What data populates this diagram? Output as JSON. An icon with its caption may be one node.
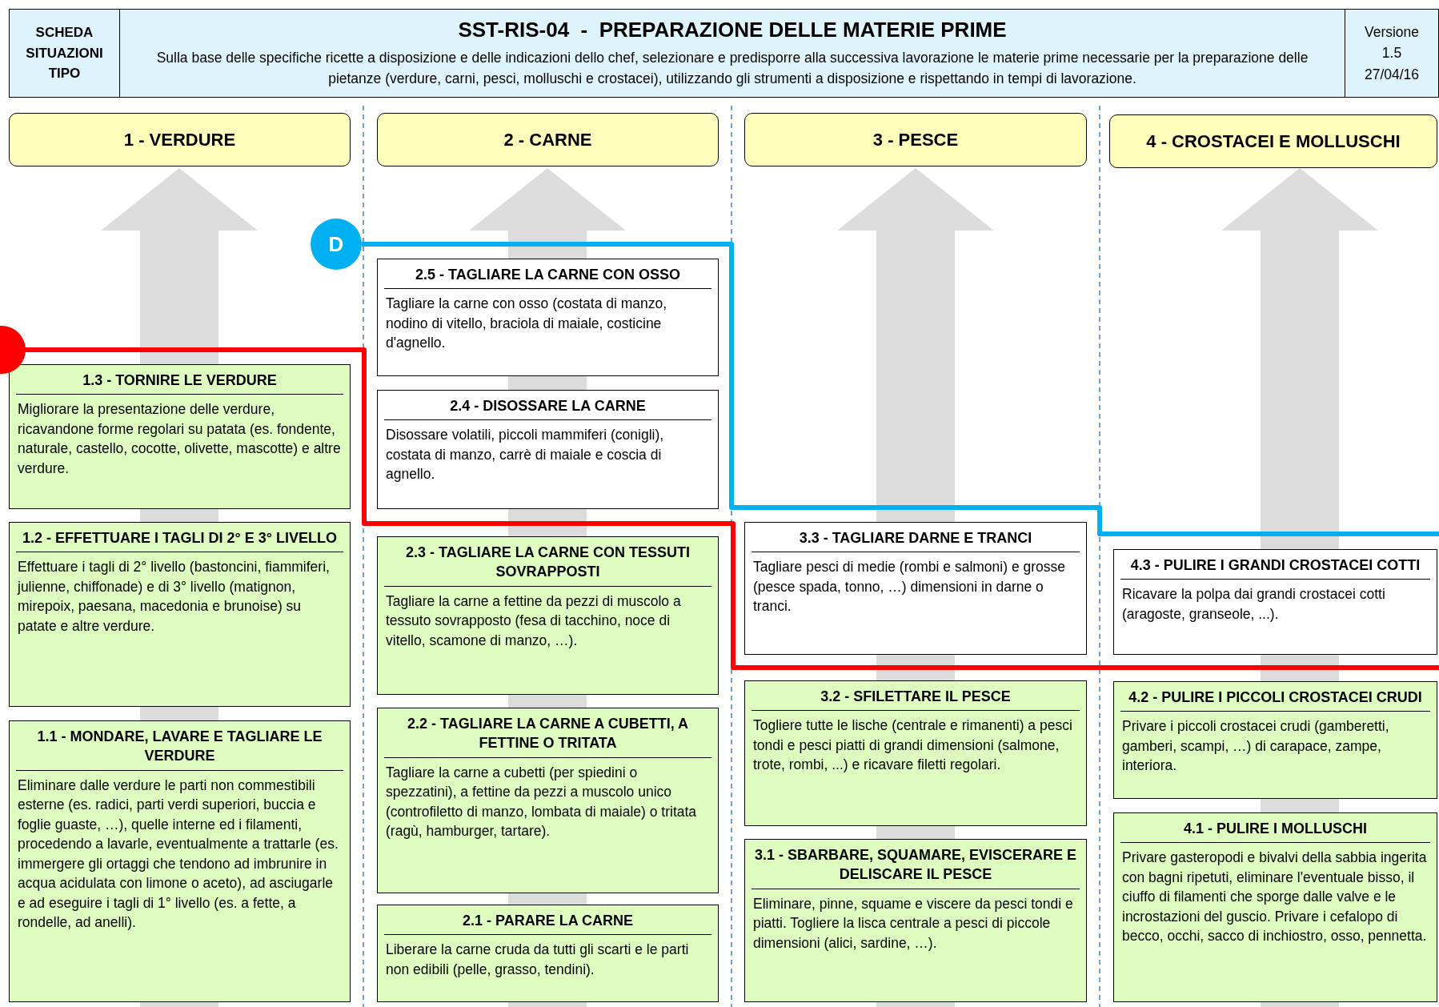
{
  "diagram": {
    "title": "SST-RIS-04  -  PREPARAZIONE DELLE MATERIE PRIME",
    "nodes": [
      {
        "text": [
          "1 - VERDURE"
        ]
      },
      {
        "text": [
          "2 - CARNE"
        ]
      },
      {
        "text": [
          "3 - PESCE"
        ]
      },
      {
        "text": [
          "4 - CROSTACEI E MOLLUSCHI"
        ]
      },
      {
        "text": [
          "D"
        ]
      },
      {
        "text": [
          "1.3 - TORNIRE LE VERDURE",
          "Migliorare la presentazione delle verdure, ricavandone forme regolari su patata (es. fondente, naturale, castello, cocotte, olivette, mascotte) e altre verdure."
        ]
      },
      {
        "text": [
          "1.2 - EFFETTUARE I TAGLI DI 2° E 3° LIVELLO",
          "Effettuare i tagli di 2° livello (bastoncini, fiammiferi, julienne, chiffonade) e di 3° livello (matignon, mirepoix, paesana, macedonia e brunoise) su patate e altre verdure."
        ]
      },
      {
        "text": [
          "1.1 - MONDARE, LAVARE E TAGLIARE LE VERDURE",
          "Eliminare dalle verdure le parti non commestibili esterne (es. radici, parti verdi superiori, buccia e foglie guaste, …), quelle interne ed i filamenti, procedendo a lavarle, eventualmente a trattarle (es. immergere gli ortaggi che tendono ad imbrunire in acqua acidulata con limone o aceto), ad asciugarle e ad eseguire i tagli di 1° livello (es. a fette, a rondelle, ad anelli)."
        ]
      },
      {
        "text": [
          "2.5 - TAGLIARE LA CARNE CON OSSO",
          "Tagliare la carne con osso (costata di manzo, nodino di vitello, braciola di maiale, costicine d'agnello."
        ]
      },
      {
        "text": [
          "2.4 - DISOSSARE LA CARNE",
          "Disossare volatili, piccoli mammiferi (conigli), costata di manzo, carrè di maiale e coscia di agnello."
        ]
      },
      {
        "text": [
          "2.3 - TAGLIARE LA CARNE CON TESSUTI SOVRAPPOSTI",
          "Tagliare la carne a fettine da pezzi di muscolo a tessuto sovrapposto (fesa di tacchino, noce di vitello, scamone di manzo, …)."
        ]
      },
      {
        "text": [
          "2.2 - TAGLIARE LA CARNE A CUBETTI, A FETTINE O TRITATA",
          "Tagliare la carne a cubetti (per spiedini o spezzatini), a fettine da pezzi a muscolo unico (controfiletto di manzo, lombata di maiale) o tritata (ragù, hamburger, tartare)."
        ]
      },
      {
        "text": [
          "2.1 - PARARE LA CARNE",
          "Liberare la carne cruda da tutti gli scarti e le parti non edibili (pelle, grasso, tendini)."
        ]
      },
      {
        "text": [
          "3.3 - TAGLIARE DARNE E TRANCI",
          "Tagliare pesci di medie (rombi e salmoni) e grosse (pesce spada, tonno, …) dimensioni in darne o tranci."
        ]
      },
      {
        "text": [
          "3.2 - SFILETTARE IL PESCE",
          "Togliere tutte le lische (centrale e rimanenti) a pesci tondi e pesci piatti di grandi dimensioni (salmone, trote, rombi, ...) e ricavare filetti regolari."
        ]
      },
      {
        "text": [
          "3.1 - SBARBARE, SQUAMARE, EVISCERARE E DELISCARE IL PESCE",
          "Eliminare, pinne, squame e viscere da pesci tondi e piatti. Togliere la lisca centrale a pesci di piccole dimensioni (alici, sardine, …)."
        ]
      },
      {
        "text": [
          "4.3 - PULIRE I GRANDI CROSTACEI COTTI",
          "Ricavare la polpa dai grandi crostacei cotti (aragoste, granseole, ...)."
        ]
      },
      {
        "text": [
          "4.2 - PULIRE I PICCOLI CROSTACEI CRUDI",
          "Privare i piccoli crostacei crudi (gamberetti, gamberi, scampi, …) di carapace, zampe, interiora."
        ]
      },
      {
        "text": [
          "4.1 - PULIRE I MOLLUSCHI",
          "Privare gasteropodi e bivalvi della sabbia ingerita con bagni ripetuti, eliminare l'eventuale bisso, il ciuffo di filamenti che sporge dalle valve e le incrostazioni del guscio. Privare i cefalopo di becco, occhi, sacco di inchiostro, osso, pennetta."
        ]
      }
    ],
    "labels": [
      "SCHEDA SITUAZIONI TIPO",
      "Sulla base delle specifiche ricette a disposizione e delle indicazioni dello chef, selezionare e predisporre alla successiva lavorazione le materie prime necessarie per la preparazione delle pietanze (verdure, carni, pesci, molluschi e crostacei), utilizzando gli strumenti a disposizione e rispettando in tempi di lavorazione.",
      "Versione",
      "1.5",
      "27/04/16"
    ]
  }
}
